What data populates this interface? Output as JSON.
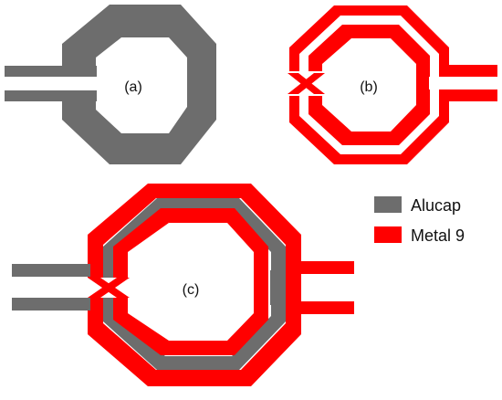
{
  "figure": {
    "panels": [
      {
        "label": "(a)"
      },
      {
        "label": "(b)"
      },
      {
        "label": "(c)"
      }
    ],
    "legend": [
      {
        "label": "Alucap",
        "color": "#6d6d6d"
      },
      {
        "label": "Metal 9",
        "color": "#ff0000"
      }
    ]
  }
}
